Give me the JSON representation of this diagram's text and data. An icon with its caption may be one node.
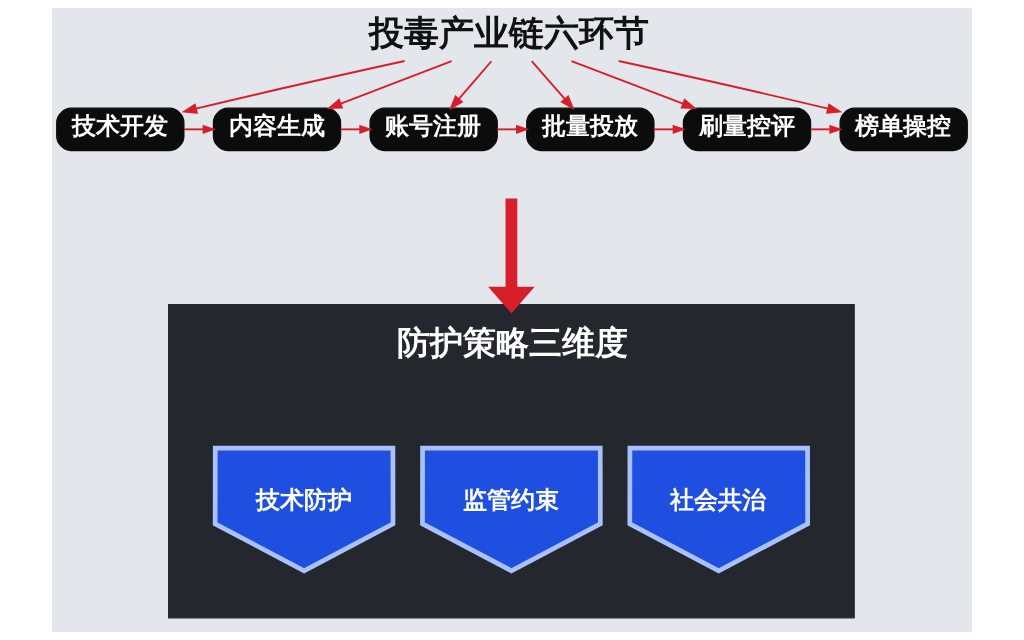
{
  "diagram": {
    "nodes": [
      {
        "text": [
          "投毒产业链六环节"
        ]
      },
      {
        "text": [
          "技术开发"
        ]
      },
      {
        "text": [
          "内容生成"
        ]
      },
      {
        "text": [
          "账号注册"
        ]
      },
      {
        "text": [
          "批量投放"
        ]
      },
      {
        "text": [
          "刷量控评"
        ]
      },
      {
        "text": [
          "榜单操控"
        ]
      },
      {
        "text": [
          "防护策略三维度"
        ]
      },
      {
        "text": [
          "技术防护"
        ],
        "in": 7
      },
      {
        "text": [
          "监管约束"
        ],
        "in": 7
      },
      {
        "text": [
          "社会共治"
        ],
        "in": 7
      }
    ],
    "edges": [
      {
        "from": 0,
        "to": 1,
        "arrow": "to"
      },
      {
        "from": 0,
        "to": 2,
        "arrow": "to"
      },
      {
        "from": 0,
        "to": 3,
        "arrow": "to"
      },
      {
        "from": 0,
        "to": 4,
        "arrow": "to"
      },
      {
        "from": 0,
        "to": 5,
        "arrow": "to"
      },
      {
        "from": 0,
        "to": 6,
        "arrow": "to"
      },
      {
        "from": 1,
        "to": 2,
        "arrow": "to"
      },
      {
        "from": 2,
        "to": 3,
        "arrow": "to"
      },
      {
        "from": 3,
        "to": 4,
        "arrow": "to"
      },
      {
        "from": 4,
        "to": 5,
        "arrow": "to"
      },
      {
        "from": 5,
        "to": 6,
        "arrow": "to"
      },
      {
        "from": null,
        "to": 7,
        "arrow": "to",
        "style": "thick"
      }
    ]
  }
}
